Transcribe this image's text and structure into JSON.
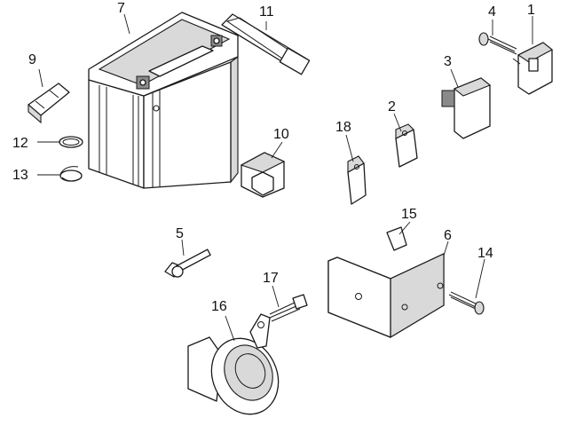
{
  "callouts": {
    "c1": "1",
    "c2": "2",
    "c3": "3",
    "c4": "4",
    "c5": "5",
    "c6": "6",
    "c7": "7",
    "c8": "9",
    "c9": "10",
    "c10": "11",
    "c11": "12",
    "c12": "13",
    "c13": "14",
    "c14": "15",
    "c15": "16",
    "c16": "17",
    "c17": "18"
  }
}
